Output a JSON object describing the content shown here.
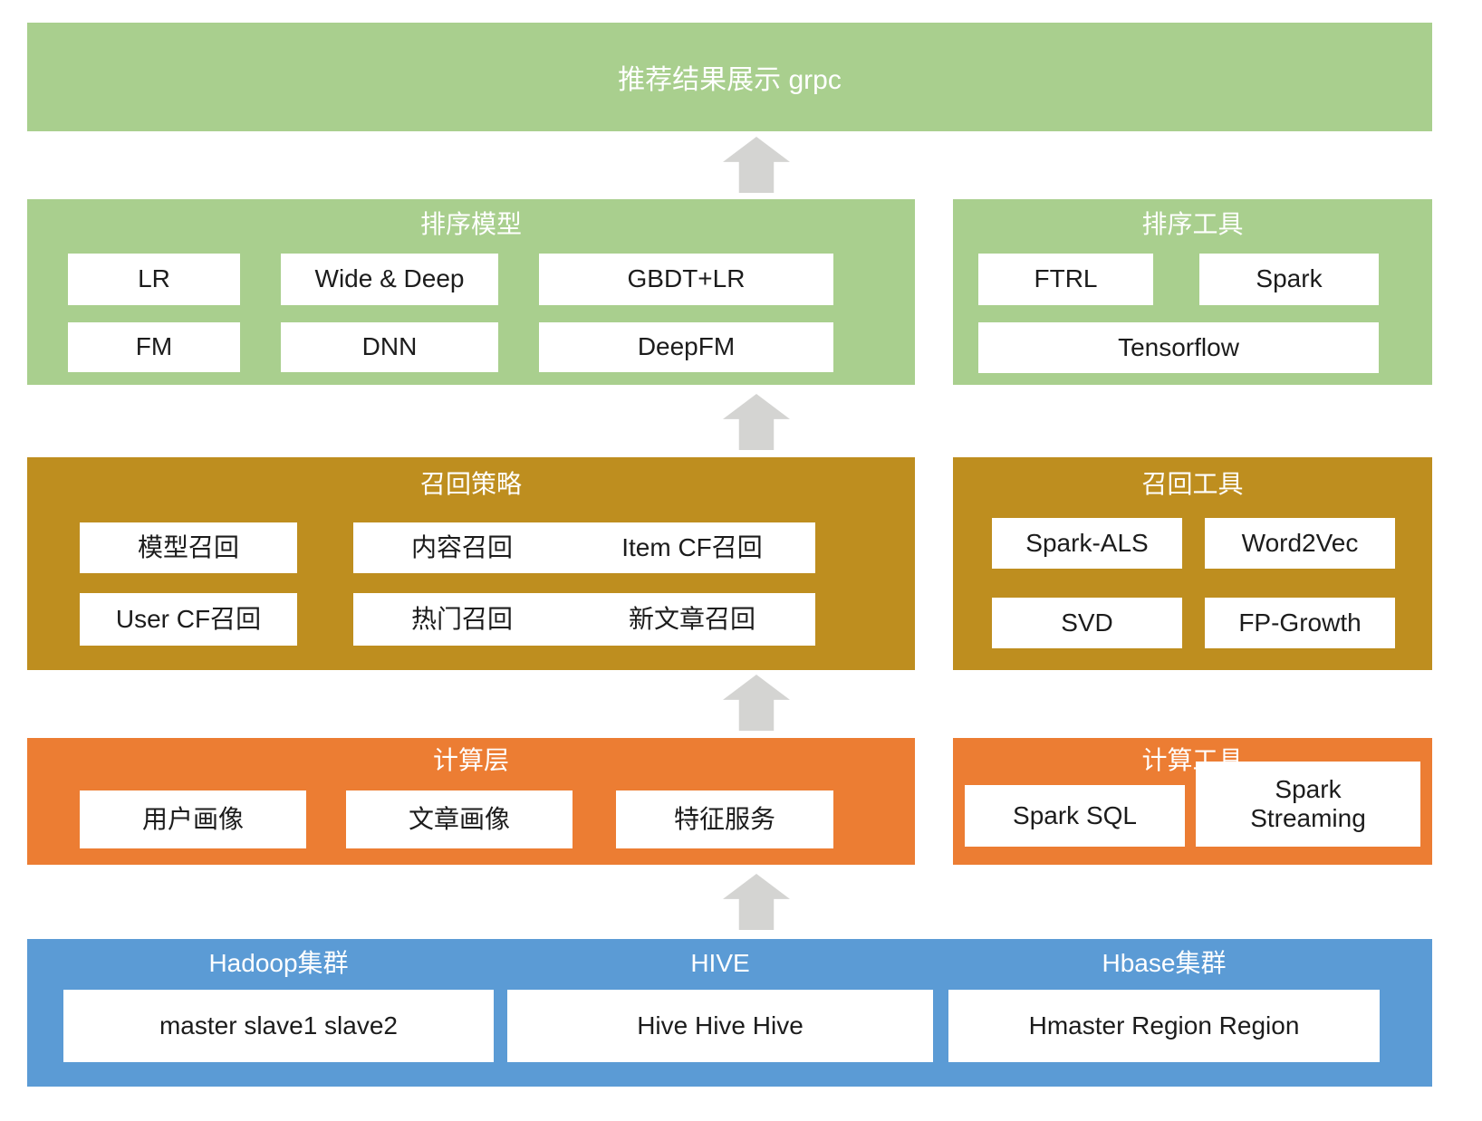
{
  "colors": {
    "green": "#A9CF8E",
    "gold": "#BE8E1F",
    "orange": "#EC7D33",
    "blue": "#5B9BD5",
    "arrow_gray": "#D4D4D2"
  },
  "top_banner": {
    "title": "推荐结果展示 grpc"
  },
  "sorting_models": {
    "title": "排序模型",
    "items": [
      "LR",
      "Wide & Deep",
      "GBDT+LR",
      "FM",
      "DNN",
      "DeepFM"
    ]
  },
  "sorting_tools": {
    "title": "排序工具",
    "items": [
      "FTRL",
      "Spark",
      "Tensorflow"
    ]
  },
  "recall_strategies": {
    "title": "召回策略",
    "items": [
      "模型召回",
      "内容召回",
      "Item CF召回",
      "User CF召回",
      "热门召回",
      "新文章召回"
    ]
  },
  "recall_tools": {
    "title": "召回工具",
    "items": [
      "Spark-ALS",
      "Word2Vec",
      "SVD",
      "FP-Growth"
    ]
  },
  "compute_layer": {
    "title": "计算层",
    "items": [
      "用户画像",
      "文章画像",
      "特征服务"
    ]
  },
  "compute_tools": {
    "title": "计算工具",
    "items": [
      "Spark SQL",
      "Spark Streaming"
    ]
  },
  "storage_layer": {
    "sections": [
      {
        "title": "Hadoop集群",
        "box": "master slave1 slave2"
      },
      {
        "title": "HIVE",
        "box": "Hive Hive Hive"
      },
      {
        "title": "Hbase集群",
        "box": "Hmaster Region Region"
      }
    ]
  }
}
